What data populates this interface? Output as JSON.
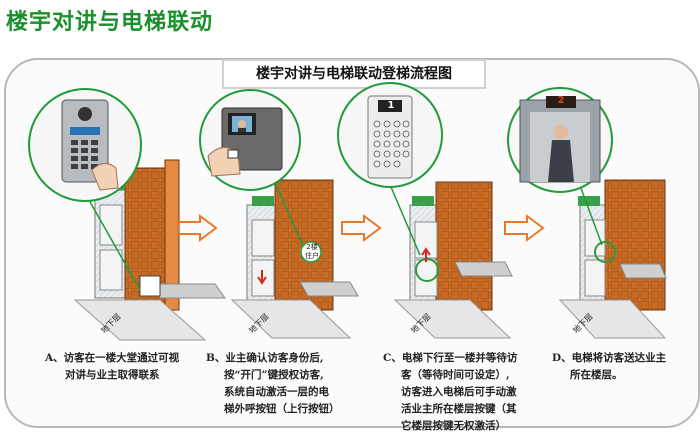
{
  "header": {
    "title": "楼宇对讲与电梯联动"
  },
  "diagram": {
    "subtitle": "楼宇对讲与电梯联动登梯流程图",
    "floor_sign": "地下层",
    "badge_b": "2楼住户",
    "elevator_display_c": "1",
    "elevator_display_d": "2",
    "steps": [
      {
        "letter": "A、",
        "lines": [
          "访客在一楼大堂通过可视",
          "对讲与业主取得联系"
        ]
      },
      {
        "letter": "B、",
        "lines": [
          "业主确认访客身份后,",
          "按“开门”键授权访客,",
          "系统自动激活一层的电",
          "梯外呼按钮（上行按钮）"
        ]
      },
      {
        "letter": "C、",
        "lines": [
          "电梯下行至一楼并等待访",
          "客（等待时间可设定）,",
          "访客进入电梯后可手动激",
          "活业主所在楼层按键（其",
          "它楼层按键无权激活）"
        ]
      },
      {
        "letter": "D、",
        "lines": [
          "电梯将访客送达业主",
          "所在楼层。"
        ]
      }
    ],
    "colors": {
      "title_green": "#1a8f2a",
      "building_orange": "#d9782f",
      "arrow_orange": "#e8792a",
      "frame_gray": "#b8b8b8"
    }
  }
}
